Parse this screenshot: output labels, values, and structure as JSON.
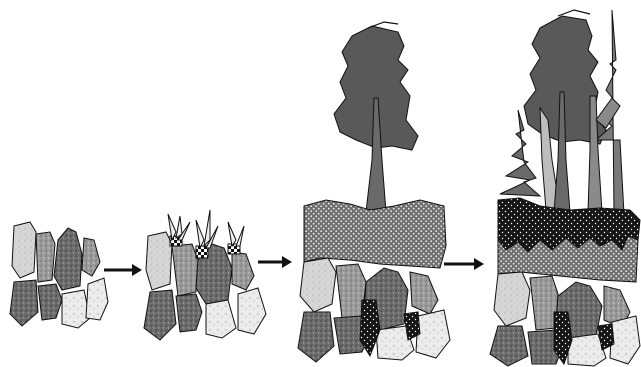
{
  "diagram": {
    "stages": [
      {
        "id": "stage-1",
        "description_icon": "bare-rocks"
      },
      {
        "id": "stage-2",
        "description_icon": "rocks-with-lichens-and-mosses"
      },
      {
        "id": "stage-3",
        "description_icon": "soil-layer-with-tree"
      },
      {
        "id": "stage-4",
        "description_icon": "thick-soil-with-forest"
      }
    ],
    "arrows": [
      {
        "from": "stage-1",
        "to": "stage-2"
      },
      {
        "from": "stage-2",
        "to": "stage-3"
      },
      {
        "from": "stage-3",
        "to": "stage-4"
      }
    ],
    "colors": {
      "rock_light": "#d9d9d9",
      "rock_mid": "#a8a8a8",
      "rock_dark": "#6e6e6e",
      "tree_crown": "#595959",
      "soil_dotted": "#777777",
      "humus_dark": "#111111",
      "outline": "#111111"
    }
  }
}
